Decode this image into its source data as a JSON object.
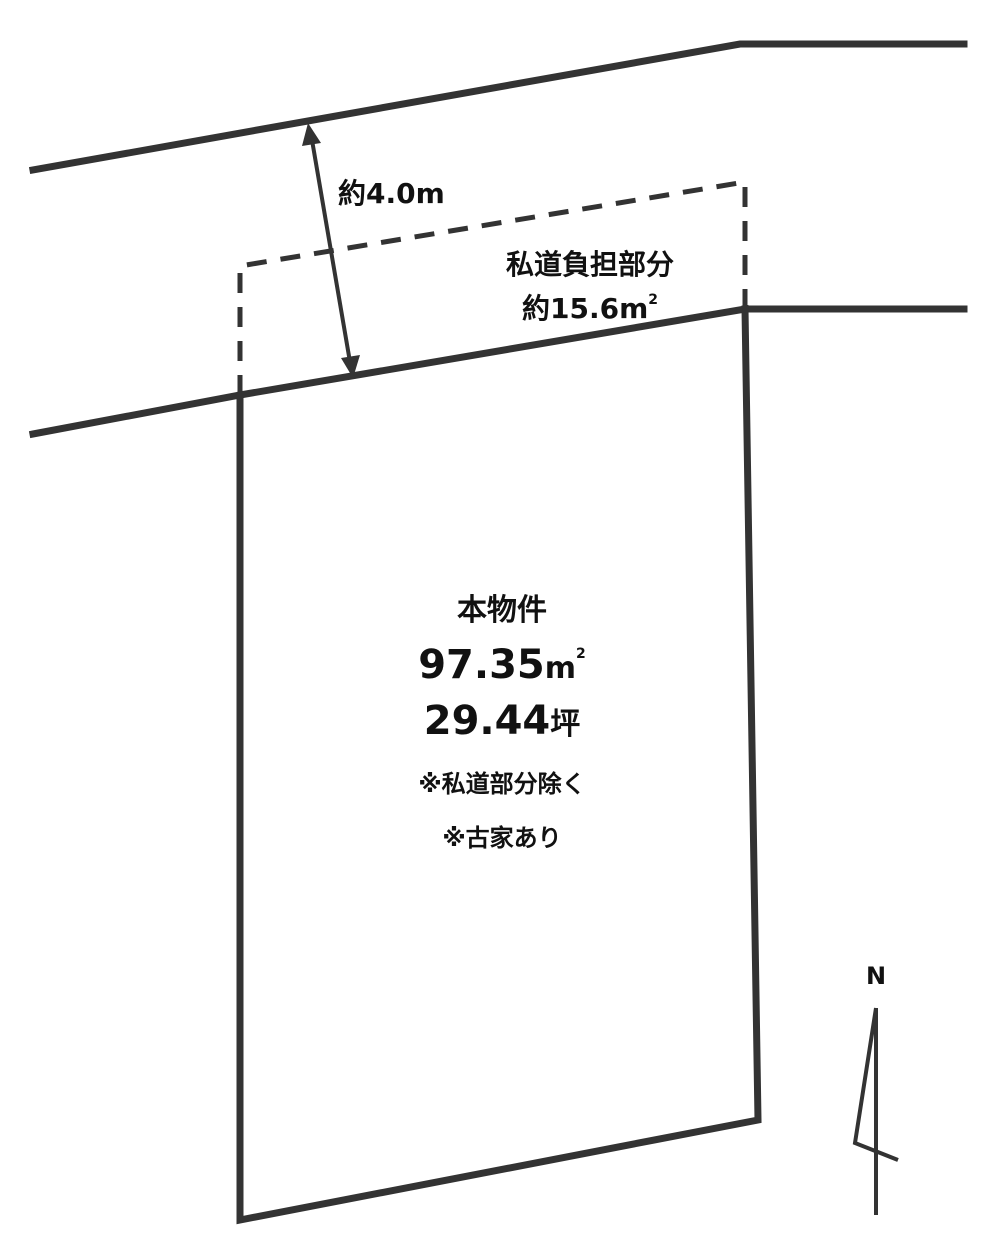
{
  "road": {
    "width_label": "約4.0m"
  },
  "private_road": {
    "title": "私道負担部分",
    "area_prefix": "約",
    "area_value": "15.6",
    "area_unit": "m",
    "area_unit_sup": "2"
  },
  "property": {
    "title": "本物件",
    "area_sqm_value": "97.35",
    "area_sqm_unit": "m",
    "area_sqm_unit_sup": "2",
    "area_tsubo_value": "29.44",
    "area_tsubo_unit": "坪",
    "note_1": "※私道部分除く",
    "note_2": "※古家あり"
  },
  "compass": {
    "label": "N"
  },
  "colors": {
    "line": "#333333",
    "text": "#111111",
    "background": "#ffffff"
  }
}
